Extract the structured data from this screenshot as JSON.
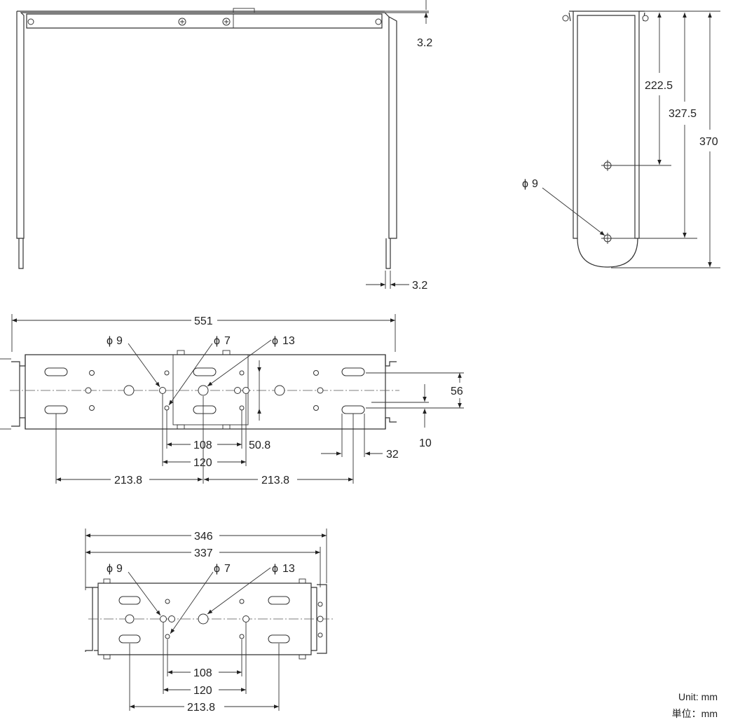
{
  "units": {
    "en": "Unit: mm",
    "ja": "単位：mm"
  },
  "front": {
    "top_thickness": "3.2",
    "side_thickness": "3.2"
  },
  "side": {
    "dim_a": "222.5",
    "dim_b": "327.5",
    "dim_c": "370",
    "hole": "9"
  },
  "top": {
    "overall": "551",
    "hole_a": "9",
    "hole_b": "7",
    "hole_c": "13",
    "height": "56",
    "slot_offset": "10",
    "slot_len": "32",
    "pitch_108": "108",
    "pitch_120": "120",
    "pitch_508": "50.8",
    "half_l": "213.8",
    "half_r": "213.8"
  },
  "short": {
    "overall_a": "346",
    "overall_b": "337",
    "hole_a": "9",
    "hole_b": "7",
    "hole_c": "13",
    "pitch_108": "108",
    "pitch_120": "120",
    "pitch_2138": "213.8"
  }
}
